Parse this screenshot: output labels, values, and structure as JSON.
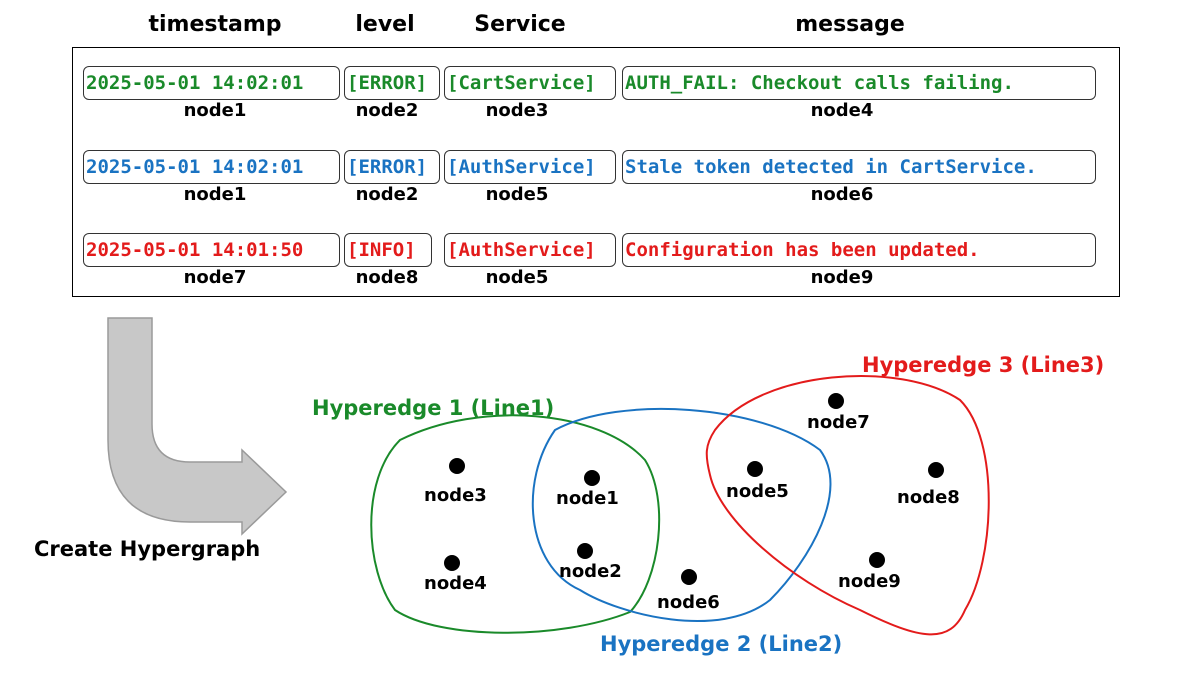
{
  "headers": {
    "timestamp": "timestamp",
    "level": "level",
    "service": "Service",
    "message": "message"
  },
  "rows": [
    {
      "color": "#1a8a2a",
      "timestamp": "2025-05-01 14:02:01",
      "level": "[ERROR]",
      "service": "[CartService]",
      "message": "AUTH_FAIL: Checkout calls failing.",
      "nodes": [
        "node1",
        "node2",
        "node3",
        "node4"
      ]
    },
    {
      "color": "#1a73c2",
      "timestamp": "2025-05-01 14:02:01",
      "level": "[ERROR]",
      "service": "[AuthService]",
      "message": "Stale token detected in CartService.",
      "nodes": [
        "node1",
        "node2",
        "node5",
        "node6"
      ]
    },
    {
      "color": "#e31b1b",
      "timestamp": "2025-05-01 14:01:50",
      "level": "[INFO]",
      "service": "[AuthService]",
      "message": "Configuration has been updated.",
      "nodes": [
        "node7",
        "node8",
        "node5",
        "node9"
      ]
    }
  ],
  "create_label": "Create Hypergraph",
  "hyperedges": [
    {
      "label": "Hyperedge 1 (Line1)",
      "color": "#1a8a2a"
    },
    {
      "label": "Hyperedge 2 (Line2)",
      "color": "#1a73c2"
    },
    {
      "label": "Hyperedge 3 (Line3)",
      "color": "#e31b1b"
    }
  ],
  "graph_nodes": [
    "node1",
    "node2",
    "node3",
    "node4",
    "node5",
    "node6",
    "node7",
    "node8",
    "node9"
  ],
  "arrow_color": "#c8c8c8"
}
